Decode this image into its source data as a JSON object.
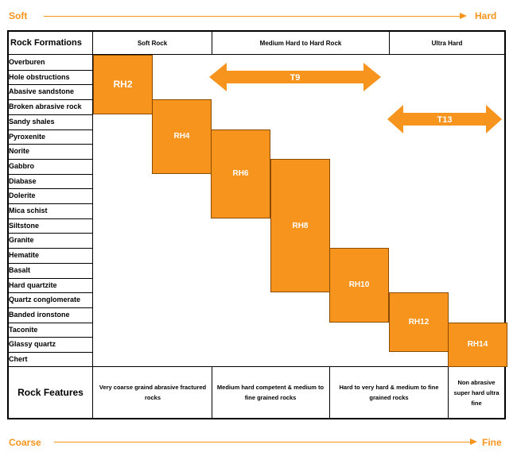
{
  "scale_top": {
    "start": "Soft",
    "end": "Hard"
  },
  "scale_bottom": {
    "start": "Coarse",
    "end": "Fine"
  },
  "table": {
    "header_first": "Rock Formations",
    "columns": [
      "Soft Rock",
      "Medium Hard to Hard Rock",
      "Ultra Hard"
    ],
    "rows": [
      "Overburen",
      "Hole obstructions",
      "Abasive sandstone",
      "Broken abrasive rock",
      "Sandy shales",
      "Pyroxenite",
      "Norite",
      "Gabbro",
      "Diabase",
      "Dolerite",
      "Mica schist",
      "Siltstone",
      "Granite",
      "Hematite",
      "Basalt",
      "Hard quartzite",
      "Quartz conglomerate",
      "Banded ironstone",
      "Taconite",
      "Glassy quartz",
      "Chert"
    ],
    "features_label": "Rock Features",
    "features": [
      "Very coarse graind abrasive fractured rocks",
      "Medium hard competent & medium to fine grained rocks",
      "Hard to very hard & medium to fine grained rocks",
      "Non abrasive super hard ultra fine"
    ]
  },
  "grades": [
    {
      "label": "RH2",
      "first_row": 1,
      "last_row": 4
    },
    {
      "label": "RH4",
      "first_row": 4,
      "last_row": 8
    },
    {
      "label": "RH6",
      "first_row": 6,
      "last_row": 11
    },
    {
      "label": "RH8",
      "first_row": 8,
      "last_row": 16
    },
    {
      "label": "RH10",
      "first_row": 14,
      "last_row": 18
    },
    {
      "label": "RH12",
      "first_row": 17,
      "last_row": 20
    },
    {
      "label": "RH14",
      "first_row": 19,
      "last_row": 21
    }
  ],
  "ranges": [
    {
      "label": "T9"
    },
    {
      "label": "T13"
    }
  ],
  "colors": {
    "accent": "#f7941d",
    "text": "#000000",
    "block_text": "#ffffff"
  }
}
